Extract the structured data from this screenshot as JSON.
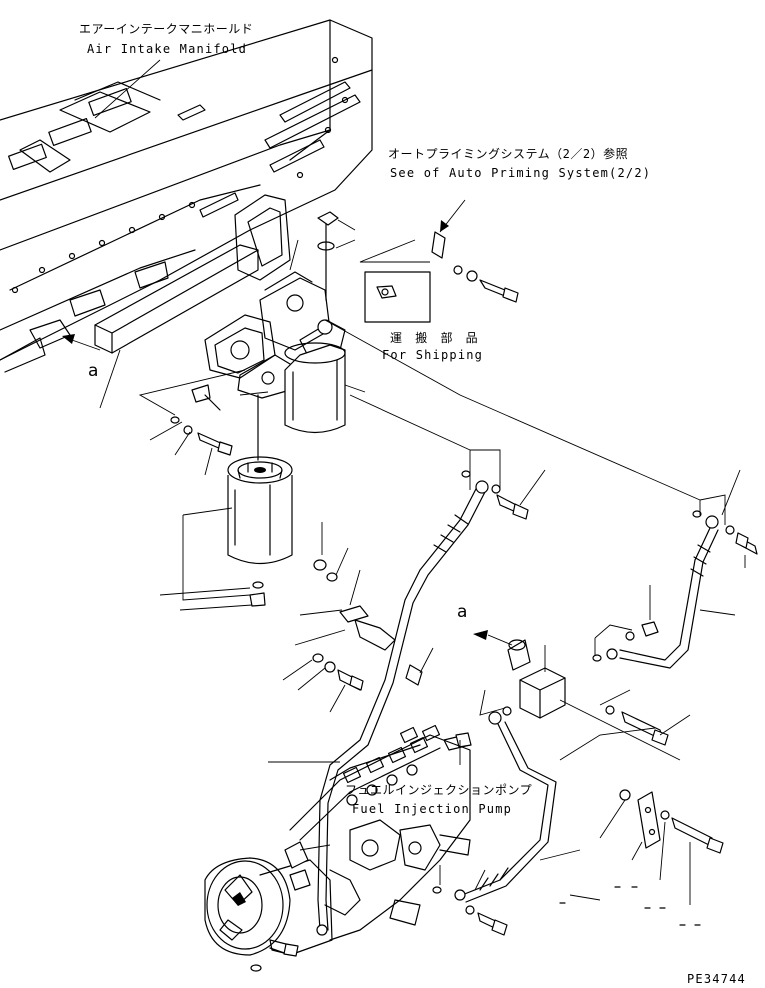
{
  "labels": {
    "manifold_jp": "エアーインテークマニホールド",
    "manifold_en": "Air Intake Manifold",
    "priming_jp": "オートプライミングシステム（2／2）参照",
    "priming_en": "See of Auto Priming System(2/2)",
    "shipping_jp": "運 搬 部 品",
    "shipping_en": "For Shipping",
    "pump_jp": "フュエルインジェクションポンプ",
    "pump_en": "Fuel Injection Pump",
    "ref_a": "a",
    "ref_a2": "a",
    "drawing_no": "PE34744"
  },
  "icons": [
    "manifold",
    "filter-head",
    "fuel-filter",
    "fuel-pipe",
    "bracket",
    "bolt",
    "washer",
    "fuel-injection-pump",
    "arrow"
  ]
}
